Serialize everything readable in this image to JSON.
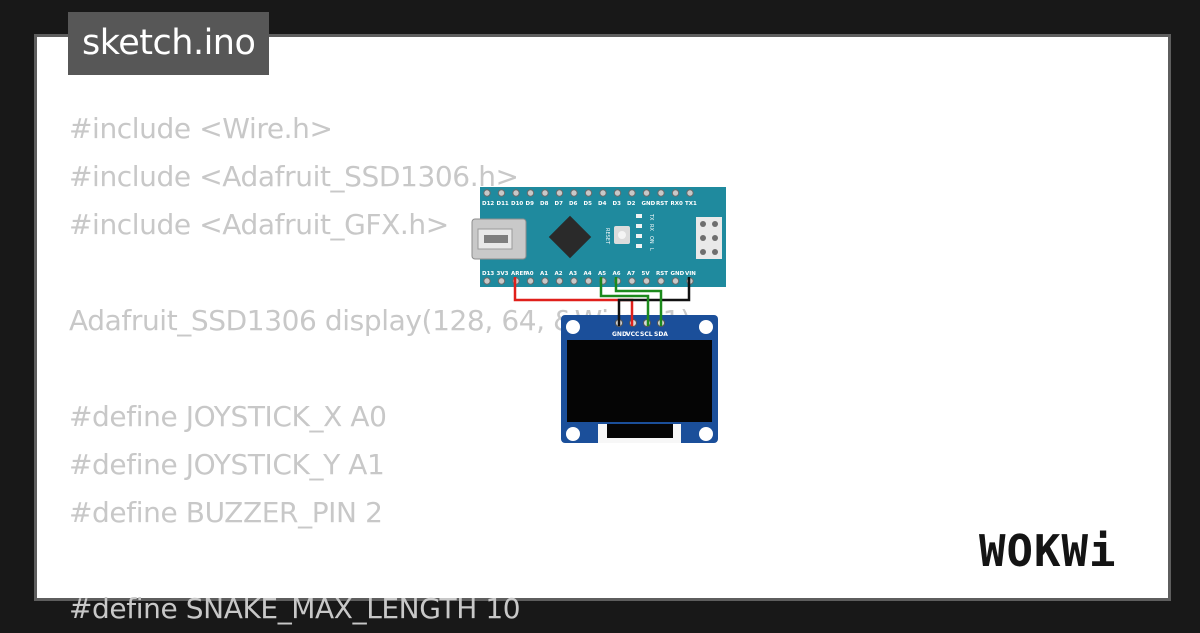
{
  "tab": {
    "filename": "sketch.ino"
  },
  "code_lines": [
    "#include <Wire.h>",
    "#include <Adafruit_SSD1306.h>",
    "#include <Adafruit_GFX.h>",
    "",
    "Adafruit_SSD1306 display(128, 64, &Wire, -1);",
    "",
    "#define JOYSTICK_X A0",
    "#define JOYSTICK_Y A1",
    "#define BUZZER_PIN 2",
    "",
    "#define SNAKE_MAX_LENGTH 10"
  ],
  "nano": {
    "top_pins": [
      "D12",
      "D11",
      "D10",
      "D9",
      "D8",
      "D7",
      "D6",
      "D5",
      "D4",
      "D3",
      "D2",
      "GND",
      "RST",
      "RX0",
      "TX1"
    ],
    "bottom_pins": [
      "D13",
      "3V3",
      "AREF",
      "A0",
      "A1",
      "A2",
      "A3",
      "A4",
      "A5",
      "A6",
      "A7",
      "5V",
      "RST",
      "GND",
      "VIN"
    ],
    "reset_label": "RESET",
    "led_labels": [
      "TX",
      "RX",
      "ON",
      "L"
    ]
  },
  "oled": {
    "pins": [
      "GND",
      "VCC",
      "SCL",
      "SDA"
    ]
  },
  "wire_colors": {
    "gnd": "#111111",
    "vcc": "#e0201b",
    "scl": "#1c8a1c",
    "sda": "#1c8a1c"
  },
  "logo": {
    "text": "WOKWi"
  },
  "colors": {
    "board": "#1f8a9e",
    "oled_board": "#1b4f9a",
    "tab_bg": "#575757",
    "code_text": "#c8c8c8"
  }
}
